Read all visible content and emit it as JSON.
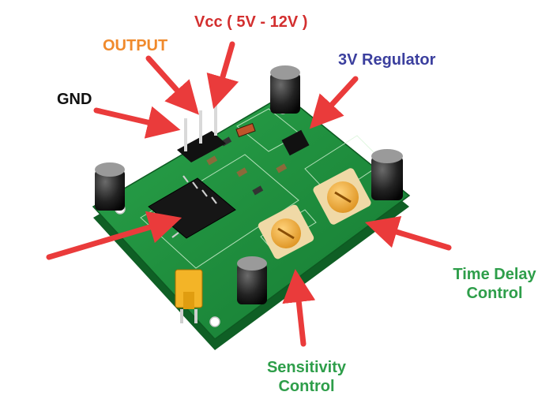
{
  "labels": {
    "vcc": "Vcc ( 5V - 12V )",
    "output": "OUTPUT",
    "gnd": "GND",
    "regulator": "3V Regulator",
    "time_delay_line1": "Time Delay",
    "time_delay_line2": "Control",
    "sensitivity_line1": "Sensitivity",
    "sensitivity_line2": "Control"
  },
  "colors": {
    "vcc": "#d32f2f",
    "output": "#f08a2c",
    "gnd": "#111111",
    "regulator": "#3b3f9e",
    "time_delay": "#2e9e4a",
    "sensitivity": "#2e9e4a",
    "arrow": "#ea3b3b",
    "pcb": "#1f8f3e",
    "pcb_dark": "#126b2b"
  },
  "icons": [
    "pir-sensor-board",
    "pointer-arrow"
  ]
}
